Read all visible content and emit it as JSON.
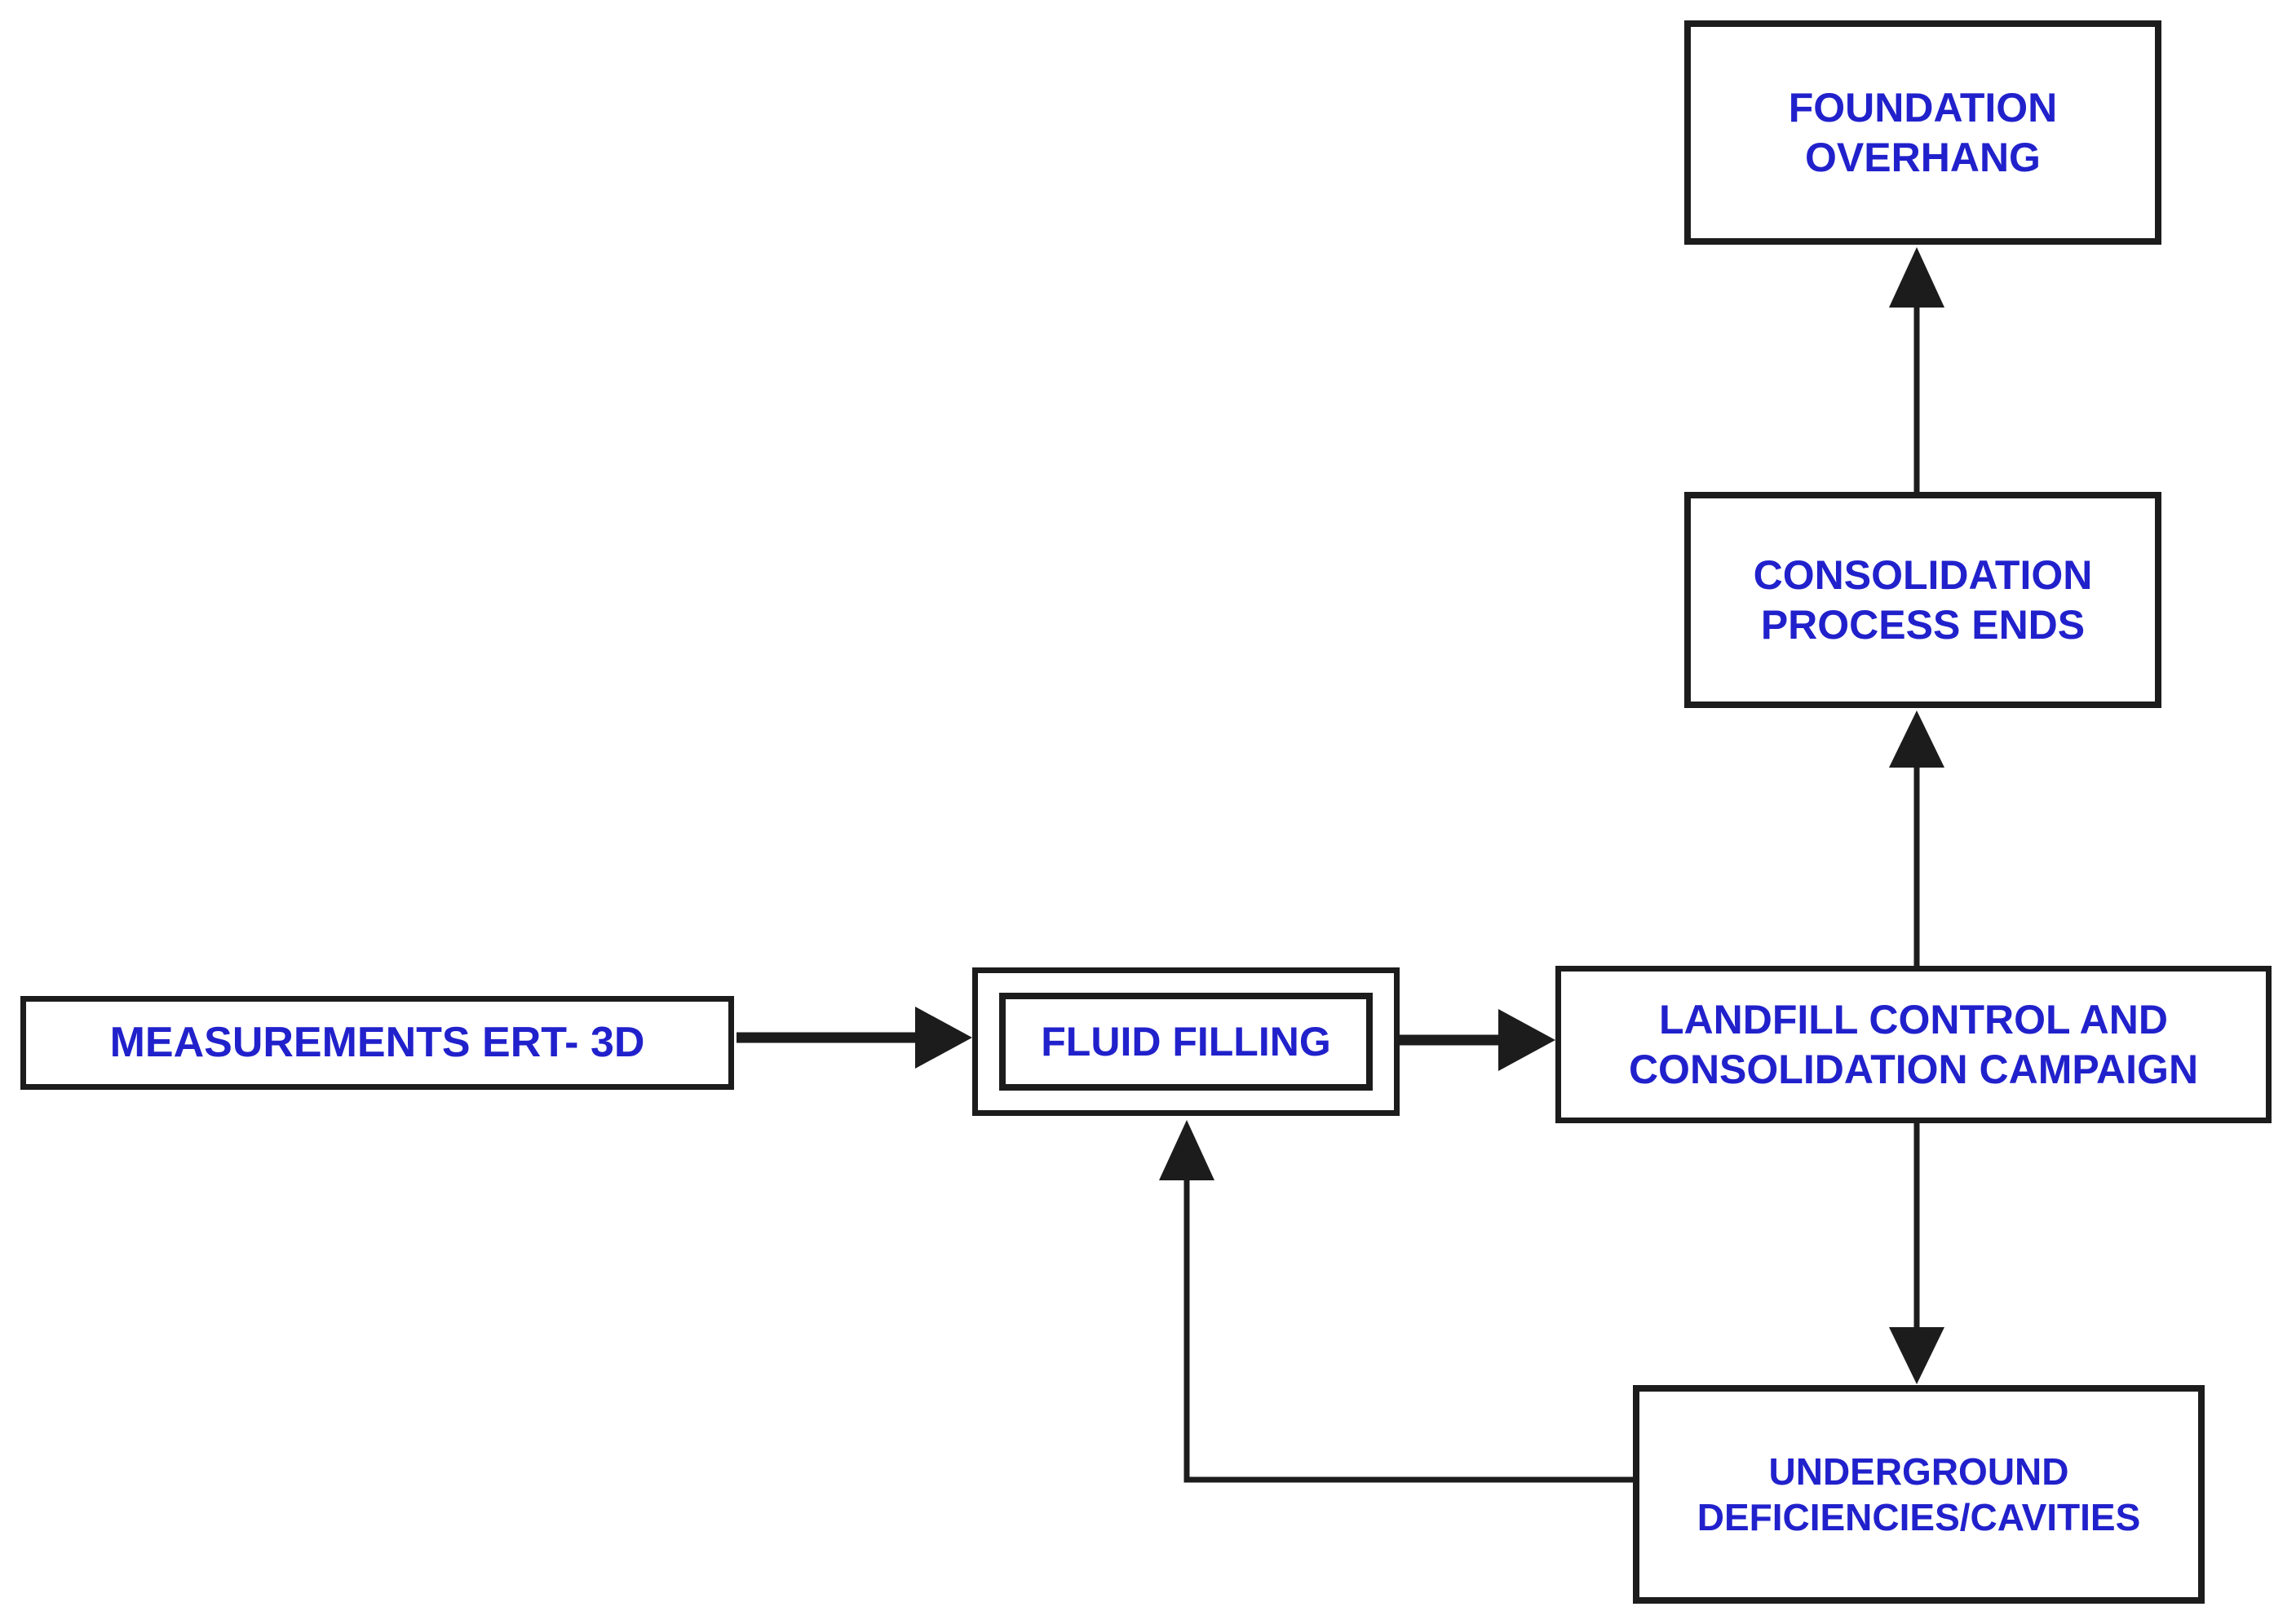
{
  "diagram": {
    "type": "flowchart",
    "background": "#ffffff",
    "colors": {
      "background": "#ffffff",
      "box_border": "#1c1c1c",
      "label_text": "#2121cc",
      "connector": "#1c1c1c"
    },
    "nodes": [
      {
        "id": "measurements-ert-3d",
        "label": "MEASUREMENTS ERT- 3D",
        "shape": "rectangle"
      },
      {
        "id": "fluid-filling",
        "label": "FLUID FILLING",
        "shape": "double-border-rectangle"
      },
      {
        "id": "landfill-control",
        "label": "LANDFILL CONTROL AND\nCONSOLIDATION CAMPAIGN",
        "shape": "rectangle"
      },
      {
        "id": "consolidation-process-ends",
        "label": "CONSOLIDATION\nPROCESS ENDS",
        "shape": "rectangle"
      },
      {
        "id": "foundation-overhang",
        "label": "FOUNDATION\nOVERHANG",
        "shape": "rectangle"
      },
      {
        "id": "underground-deficiencies",
        "label": "UNDERGROUND\nDEFICIENCIES/CAVITIES",
        "shape": "rectangle"
      }
    ],
    "edges": [
      {
        "from": "measurements-ert-3d",
        "to": "fluid-filling",
        "style": "thick-horizontal-arrow"
      },
      {
        "from": "fluid-filling",
        "to": "landfill-control",
        "style": "thick-horizontal-arrow"
      },
      {
        "from": "landfill-control",
        "to": "consolidation-process-ends",
        "style": "thin-vertical-arrow-up"
      },
      {
        "from": "consolidation-process-ends",
        "to": "foundation-overhang",
        "style": "thin-vertical-arrow-up"
      },
      {
        "from": "landfill-control",
        "to": "underground-deficiencies",
        "style": "thin-vertical-arrow-down"
      },
      {
        "from": "underground-deficiencies",
        "to": "fluid-filling",
        "style": "thin-elbow-arrow-up"
      }
    ]
  }
}
